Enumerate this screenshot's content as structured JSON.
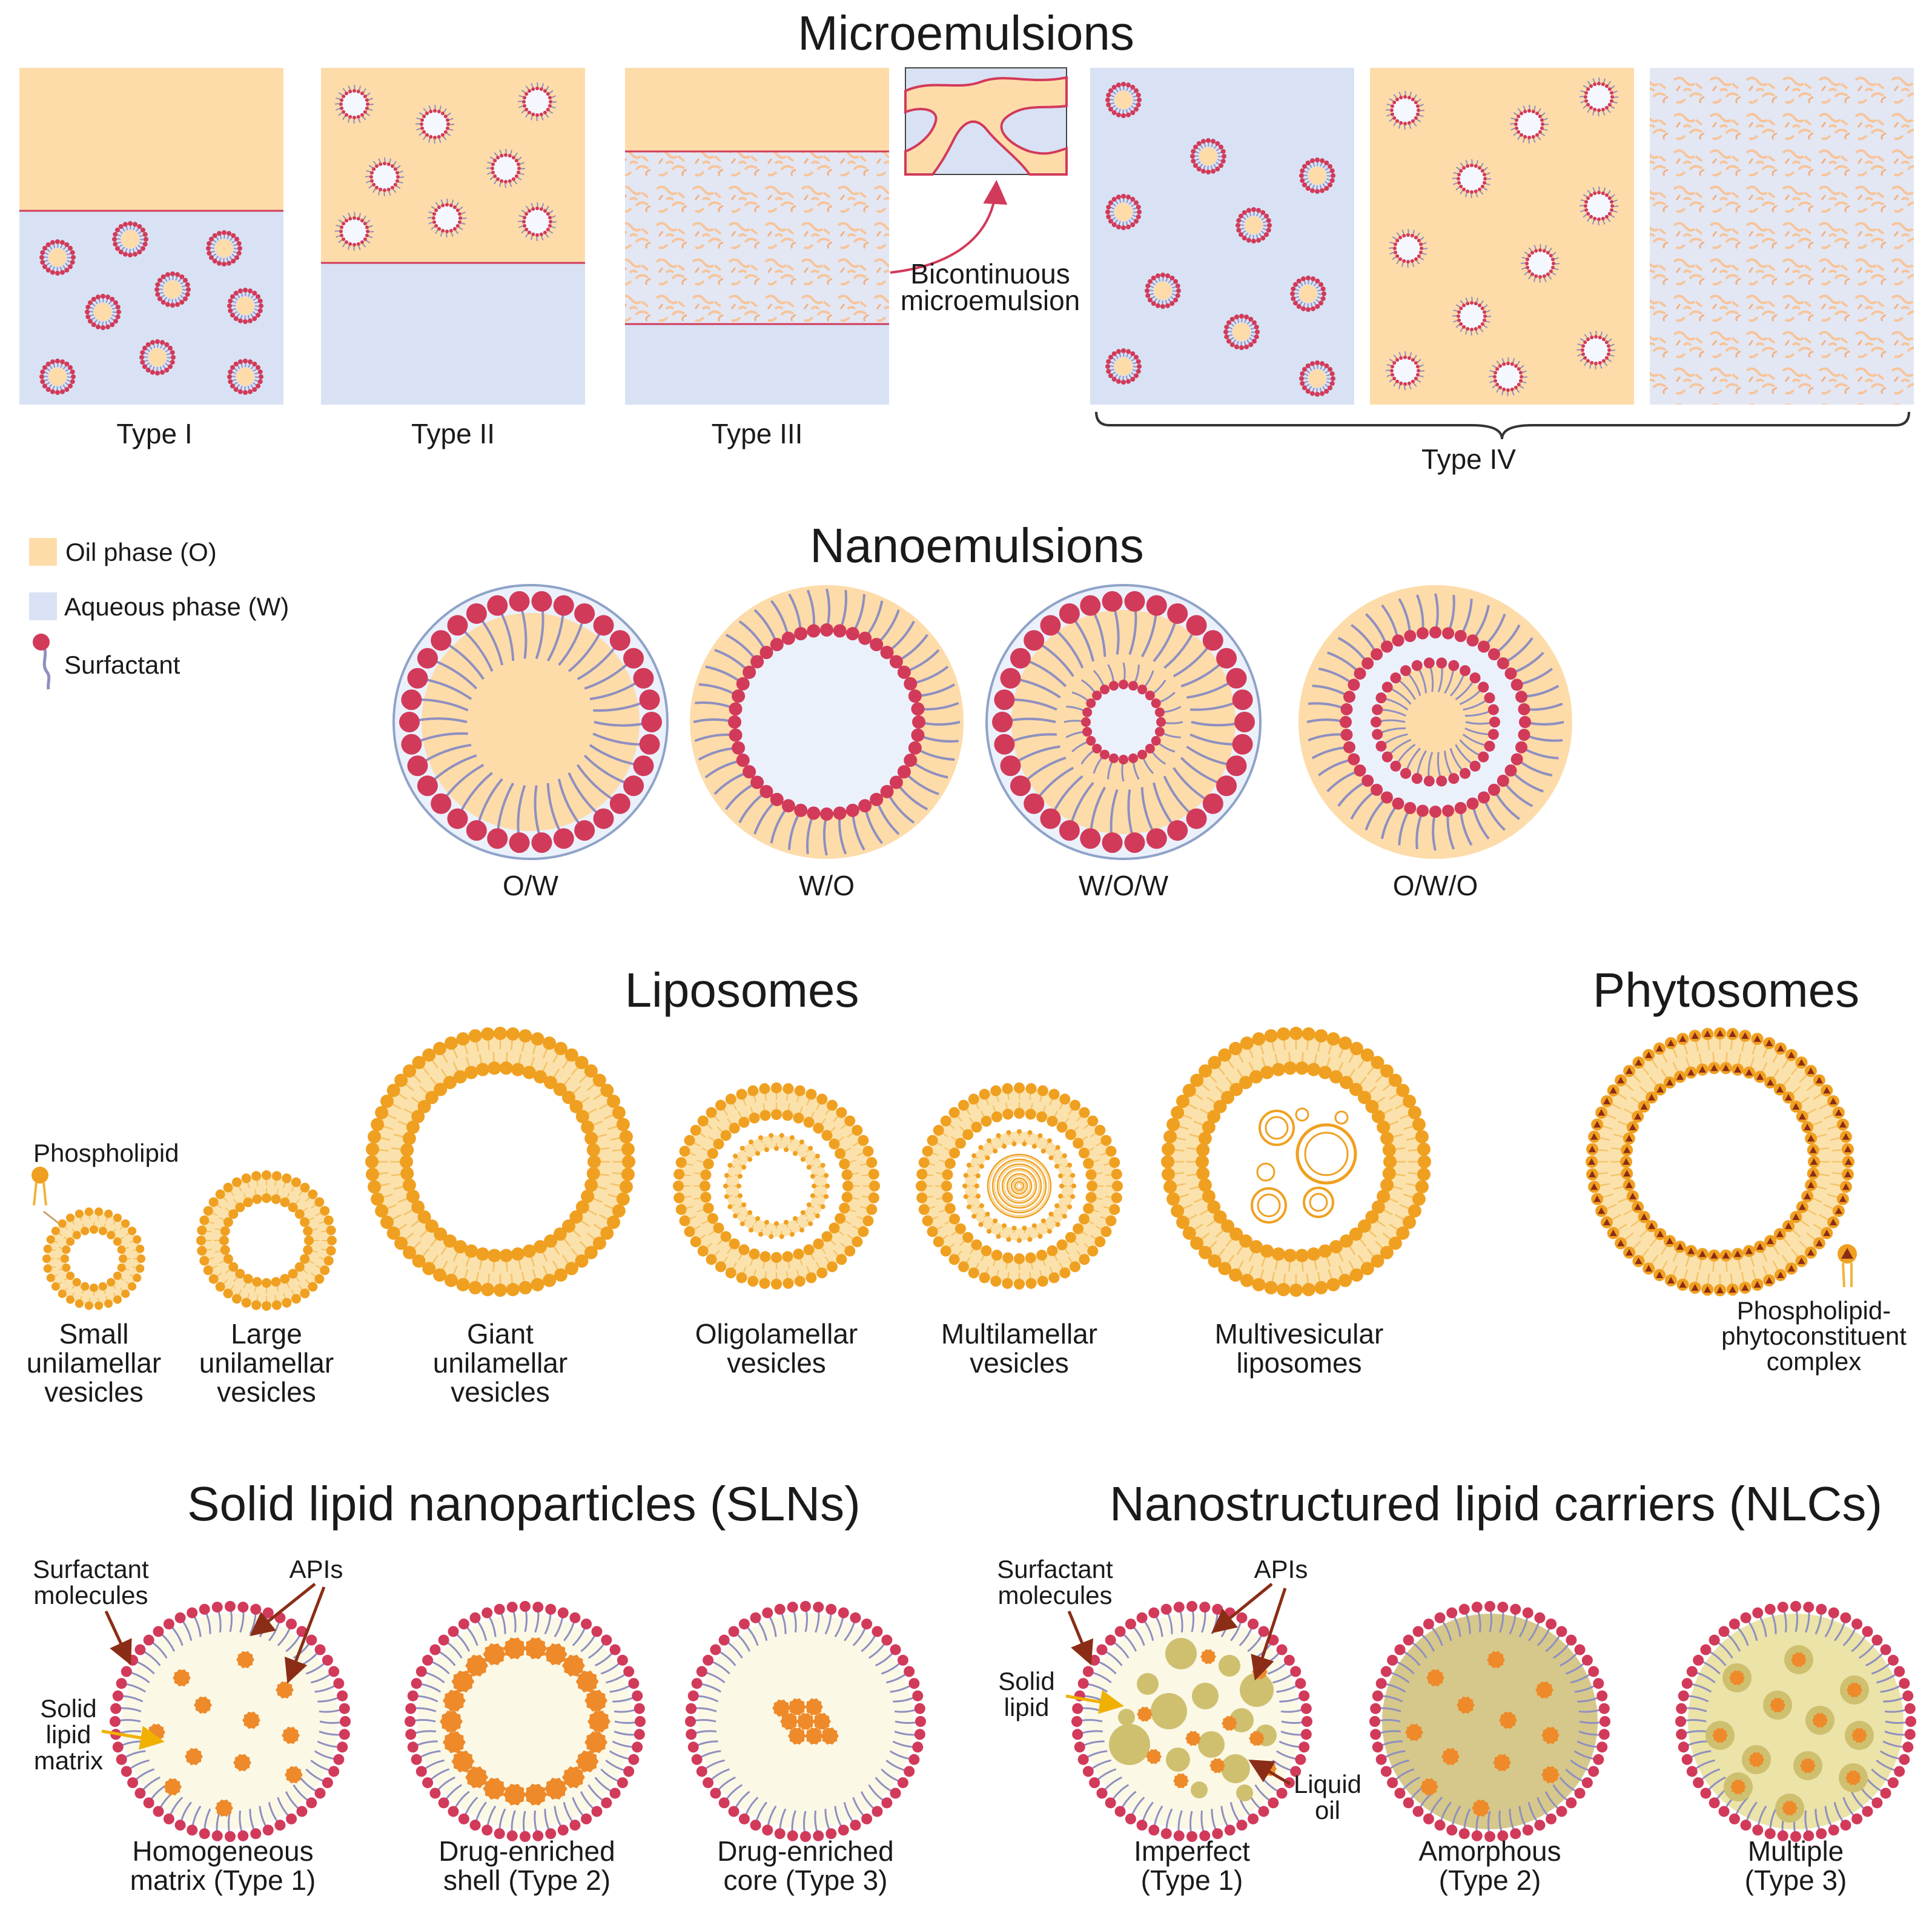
{
  "colors": {
    "oil": "#fddcaa",
    "water": "#d8e2f4",
    "water_light": "#ebf1fb",
    "surfactant_head": "#d23a5a",
    "surfactant_tail": "#8f8fc0",
    "phospholipid": "#f0a020",
    "phospho_tail": "#f5c46a",
    "complex_mark": "#8b2d16",
    "api": "#ee8a2a",
    "matrix": "#fbf8e6",
    "liquid_oil": "#cfc070",
    "amorphous": "#d6c88a",
    "outline_blue": "#8fa3c8"
  },
  "icons": [
    "surfactant-icon",
    "phospholipid-icon",
    "phytoconstituent-complex-icon",
    "arrow-icon",
    "brace-icon"
  ],
  "micro": {
    "title": "Microemulsions",
    "type1": "Type I",
    "type2": "Type II",
    "type3": "Type III",
    "type4": "Type IV",
    "bicontinuous_l1": "Bicontinuous",
    "bicontinuous_l2": "microemulsion"
  },
  "legend": {
    "oil": "Oil phase (O)",
    "water": "Aqueous phase (W)",
    "surfactant": "Surfactant"
  },
  "nano": {
    "title": "Nanoemulsions",
    "ow": "O/W",
    "wo": "W/O",
    "wow": "W/O/W",
    "owo": "O/W/O"
  },
  "lipo": {
    "title": "Liposomes",
    "phospholipid": "Phospholipid",
    "suv": [
      "Small",
      "unilamellar",
      "vesicles"
    ],
    "luv": [
      "Large",
      "unilamellar",
      "vesicles"
    ],
    "guv": [
      "Giant",
      "unilamellar",
      "vesicles"
    ],
    "olv": [
      "Oligolamellar",
      "vesicles"
    ],
    "mlv": [
      "Multilamellar",
      "vesicles"
    ],
    "mvl": [
      "Multivesicular",
      "liposomes"
    ]
  },
  "phyto": {
    "title": "Phytosomes",
    "complex": [
      "Phospholipid-",
      "phytoconstituent",
      "complex"
    ]
  },
  "sln": {
    "title": "Solid lipid nanoparticles (SLNs)",
    "surf": [
      "Surfactant",
      "molecules"
    ],
    "apis": "APIs",
    "matrix": [
      "Solid",
      "lipid",
      "matrix"
    ],
    "t1": [
      "Homogeneous",
      "matrix (Type 1)"
    ],
    "t2": [
      "Drug-enriched",
      "shell (Type 2)"
    ],
    "t3": [
      "Drug-enriched",
      "core (Type 3)"
    ]
  },
  "nlc": {
    "title": "Nanostructured lipid carriers (NLCs)",
    "surf": [
      "Surfactant",
      "molecules"
    ],
    "apis": "APIs",
    "solid": [
      "Solid",
      "lipid"
    ],
    "oil": [
      "Liquid",
      "oil"
    ],
    "t1": [
      "Imperfect",
      "(Type 1)"
    ],
    "t2": [
      "Amorphous",
      "(Type 2)"
    ],
    "t3": [
      "Multiple",
      "(Type 3)"
    ]
  }
}
